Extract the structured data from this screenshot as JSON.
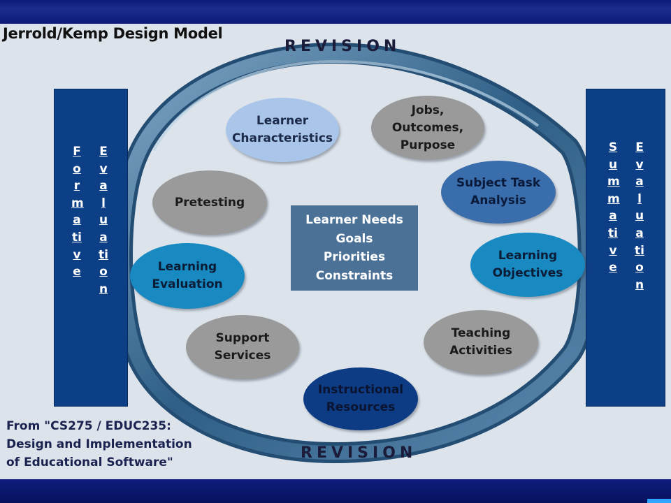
{
  "title": "Jerrold/Kemp Design Model",
  "revision_top": "REVISION",
  "revision_bottom": "REVISION",
  "side_bars": {
    "formative": {
      "word1": "Formative",
      "word2": "Evaluation"
    },
    "summative": {
      "word1": "Summative",
      "word2": "Evaluation"
    }
  },
  "center": {
    "text": "Learner Needs\nGoals\nPriorities\nConstraints"
  },
  "nodes": {
    "learner_characteristics": "Learner\nCharacteristics",
    "jobs_outcomes_purpose": "Jobs,\nOutcomes,\nPurpose",
    "subject_task_analysis": "Subject Task\nAnalysis",
    "learning_objectives": "Learning\nObjectives",
    "teaching_activities": "Teaching\nActivities",
    "instructional_resources": "Instructional\nResources",
    "support_services": "Support\nServices",
    "learning_evaluation": "Learning\nEvaluation",
    "pretesting": "Pretesting"
  },
  "source": "From \"CS275 / EDUC235:\nDesign and Implementation\nof Educational Software\"",
  "colors": {
    "background": "#dce3ea",
    "frame": "#0a1870",
    "side_bar": "#0d3f86",
    "ring": "#2f5f86",
    "center_box": "#4c7197"
  }
}
